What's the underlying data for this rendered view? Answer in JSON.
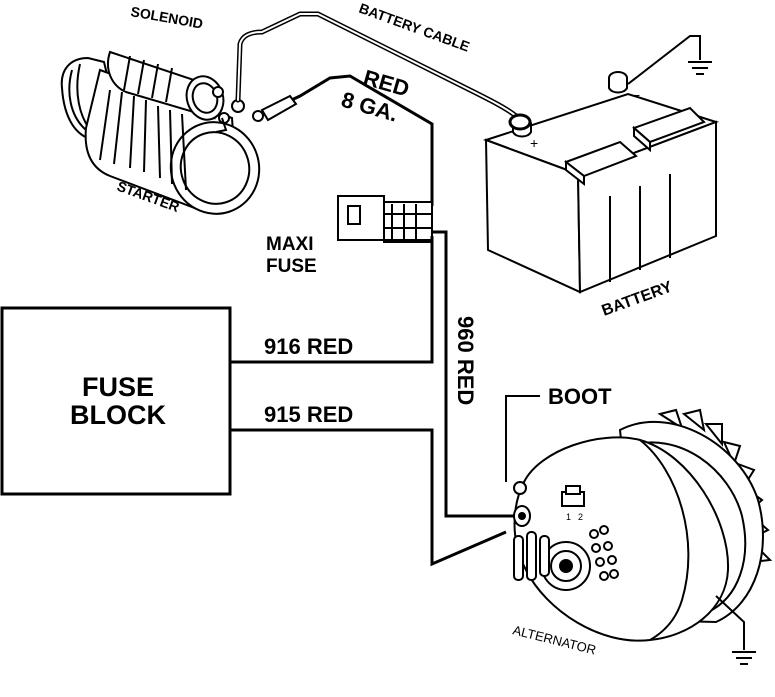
{
  "labels": {
    "solenoid": "SOLENOID",
    "battery_cable": "BATTERY CABLE",
    "red_8ga_line1": "RED",
    "red_8ga_line2": "8 GA.",
    "starter": "STARTER",
    "battery": "BATTERY",
    "maxi_fuse_line1": "MAXI",
    "maxi_fuse_line2": "FUSE",
    "fuse_block_line1": "FUSE",
    "fuse_block_line2": "BLOCK",
    "wire_916": "916 RED",
    "wire_915": "915 RED",
    "wire_960": "960 RED",
    "boot": "BOOT",
    "alternator": "ALTERNATOR",
    "terminal_1": "1",
    "terminal_2": "2",
    "battery_minus": "−",
    "battery_plus": "+"
  },
  "colors": {
    "line": "#000000",
    "background": "#ffffff"
  }
}
